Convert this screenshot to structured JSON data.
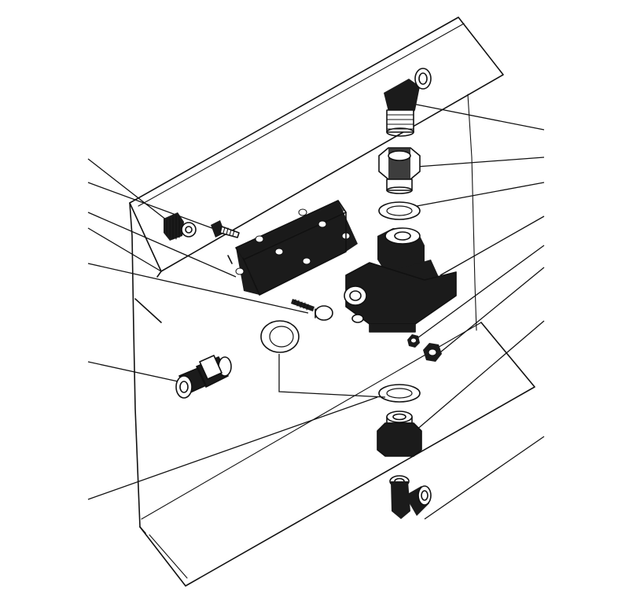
{
  "diagram": {
    "kind": "exploded-assembly-illustration",
    "labels_printed": false,
    "parts": [
      {
        "id": "elbow-fitting-top",
        "icon": "elbow-fitting-icon"
      },
      {
        "id": "adapter-nut",
        "icon": "hex-adapter-icon"
      },
      {
        "id": "washer-upper",
        "icon": "washer-icon"
      },
      {
        "id": "valve-body",
        "icon": "valve-body-icon"
      },
      {
        "id": "hex-nut-small",
        "icon": "hex-nut-icon"
      },
      {
        "id": "hex-nut-large",
        "icon": "hex-nut-icon"
      },
      {
        "id": "washer-lower",
        "icon": "washer-icon"
      },
      {
        "id": "adapter-lower",
        "icon": "hex-adapter-icon"
      },
      {
        "id": "elbow-fitting-bottom",
        "icon": "elbow-fitting-icon"
      },
      {
        "id": "knurled-nut",
        "icon": "knurled-nut-icon"
      },
      {
        "id": "lock-washer",
        "icon": "lock-washer-icon"
      },
      {
        "id": "screw-upper",
        "icon": "screw-icon"
      },
      {
        "id": "mounting-bracket",
        "icon": "angle-bracket-icon"
      },
      {
        "id": "bolt",
        "icon": "bolt-icon"
      },
      {
        "id": "gasket-ring",
        "icon": "gasket-icon"
      },
      {
        "id": "union-fitting",
        "icon": "union-fitting-icon"
      }
    ]
  }
}
